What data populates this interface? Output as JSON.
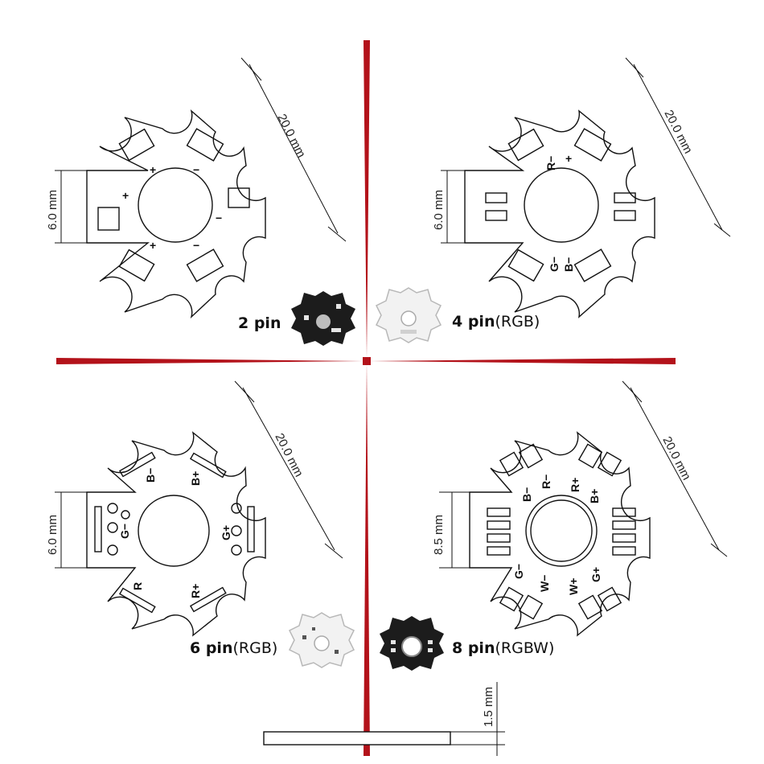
{
  "dimensions": {
    "outer": "20.0 mm",
    "inner_a": "6.0 mm",
    "inner_b": "8.5 mm",
    "thickness": "1.5 mm"
  },
  "pad_labels": {
    "plus": "+",
    "minus": "−",
    "r_minus": "R−",
    "g_minus": "G−",
    "b_minus": "B−",
    "r_plus": "R+",
    "g_plus": "G+",
    "b_plus": "B+",
    "w_minus": "W−",
    "w_plus": "W+",
    "r": "R"
  },
  "captions": {
    "pin2": {
      "count": "2 pin",
      "type": ""
    },
    "pin4": {
      "count": "4 pin",
      "type": "(RGB)"
    },
    "pin6": {
      "count": "6 pin",
      "type": "(RGB)"
    },
    "pin8": {
      "count": "8 pin",
      "type": "(RGBW)"
    }
  },
  "colors": {
    "divider": "#b3121a",
    "line": "#111111",
    "photo_black": "#1c1c1c",
    "photo_white": "#f2f2f2"
  }
}
